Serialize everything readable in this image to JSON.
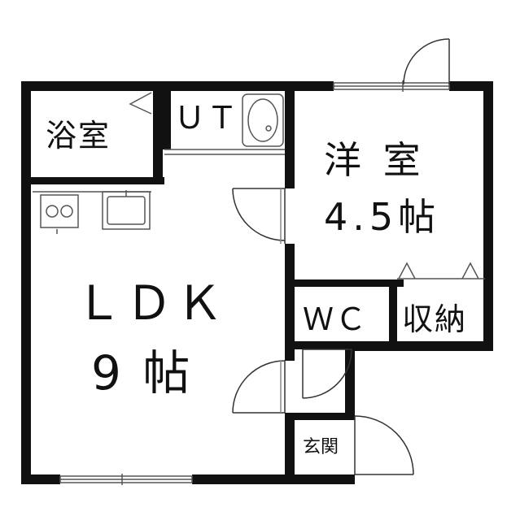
{
  "rooms": {
    "bathroom": "浴室",
    "utility": "ＵＴ",
    "western_room_name": "洋 室",
    "western_room_size": "4.5帖",
    "ldk_name": "ＬＤＫ",
    "ldk_size": "9 帖",
    "toilet": "ＷＣ",
    "storage": "収納",
    "entrance": "玄関"
  },
  "colors": {
    "wall": "#111111",
    "background": "#ffffff",
    "fixture_line": "#555555"
  },
  "icons": [
    "washing-machine-icon",
    "stove-icon",
    "sink-icon",
    "door-swing-icon",
    "window-icon"
  ]
}
